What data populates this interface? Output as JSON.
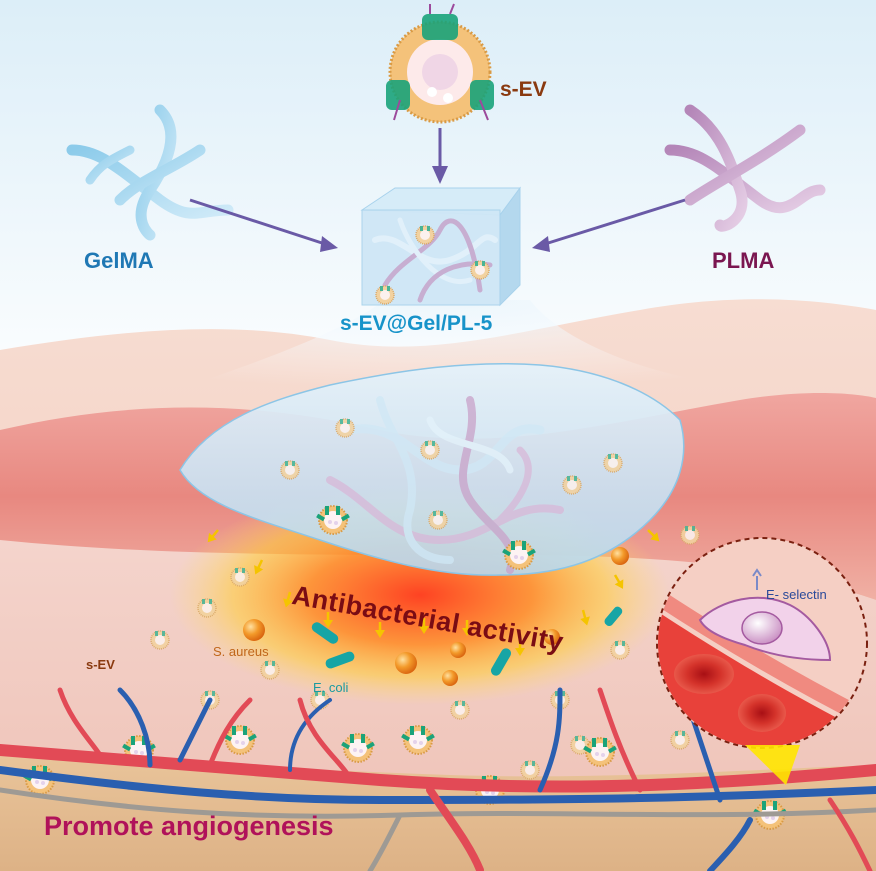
{
  "labels": {
    "sev_top": "s-EV",
    "gelma": "GelMA",
    "plma": "PLMA",
    "hydrogel": "s-EV@Gel/PL-5",
    "antibacterial": "Antibacterial activity",
    "sev_left": "s-EV",
    "s_aureus": "S. aureus",
    "e_coli": "E. coli",
    "e_selectin": "E- selectin",
    "angiogenesis": "Promote angiogenesis"
  },
  "colors": {
    "gelma": "#1f78b4",
    "plma": "#7a1650",
    "sev": "#8a3a10",
    "hydrogel_label": "#1793c9",
    "antibacterial": "#7a0c14",
    "angiogenesis": "#b0125a",
    "s_aureus": "#c0661a",
    "e_coli": "#1a9aa0",
    "e_selectin": "#2a4a9a",
    "arrow": "#6a5aa6",
    "yellow_arrow": "#f5c400"
  },
  "icons": [
    "vesicle-icon",
    "polymer-fiber-icon",
    "hydrogel-cube-icon",
    "red-blood-cell-icon",
    "endothelial-cell-icon",
    "bacteria-icon"
  ]
}
